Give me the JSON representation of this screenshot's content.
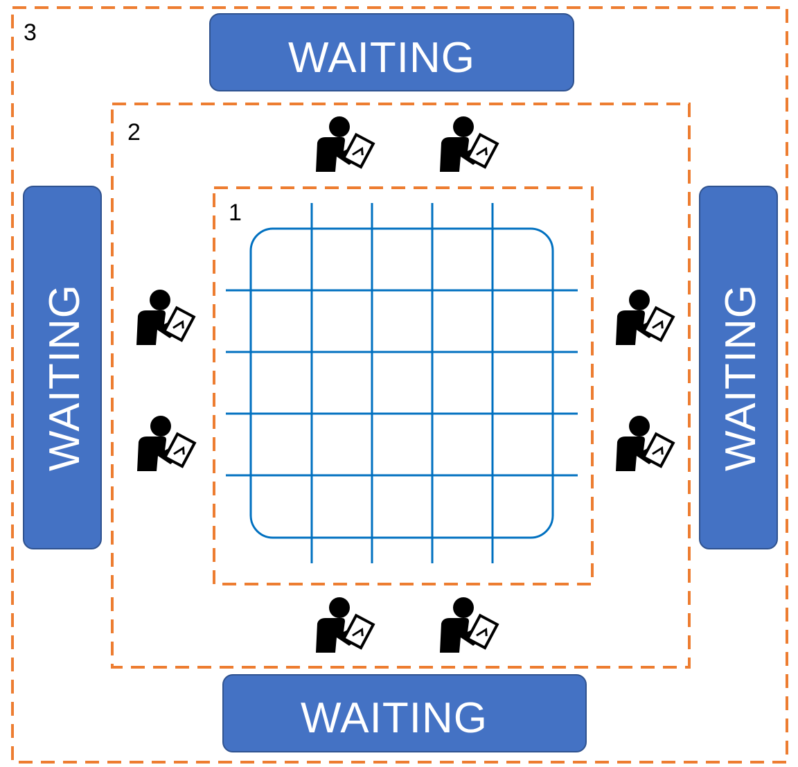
{
  "zones": {
    "inner": {
      "label": "1"
    },
    "middle": {
      "label": "2"
    },
    "outer": {
      "label": "3"
    }
  },
  "waiting_areas": {
    "top": "WAITING",
    "bottom": "WAITING",
    "left": "WAITING",
    "right": "WAITING"
  },
  "people": {
    "icon": "person-with-tablet-icon",
    "count": 8
  },
  "colors": {
    "zone_border": "#ED7D31",
    "waiting_fill": "#4472C4",
    "waiting_stroke": "#2F528F",
    "grid": "#0070C0",
    "person": "#000000"
  }
}
